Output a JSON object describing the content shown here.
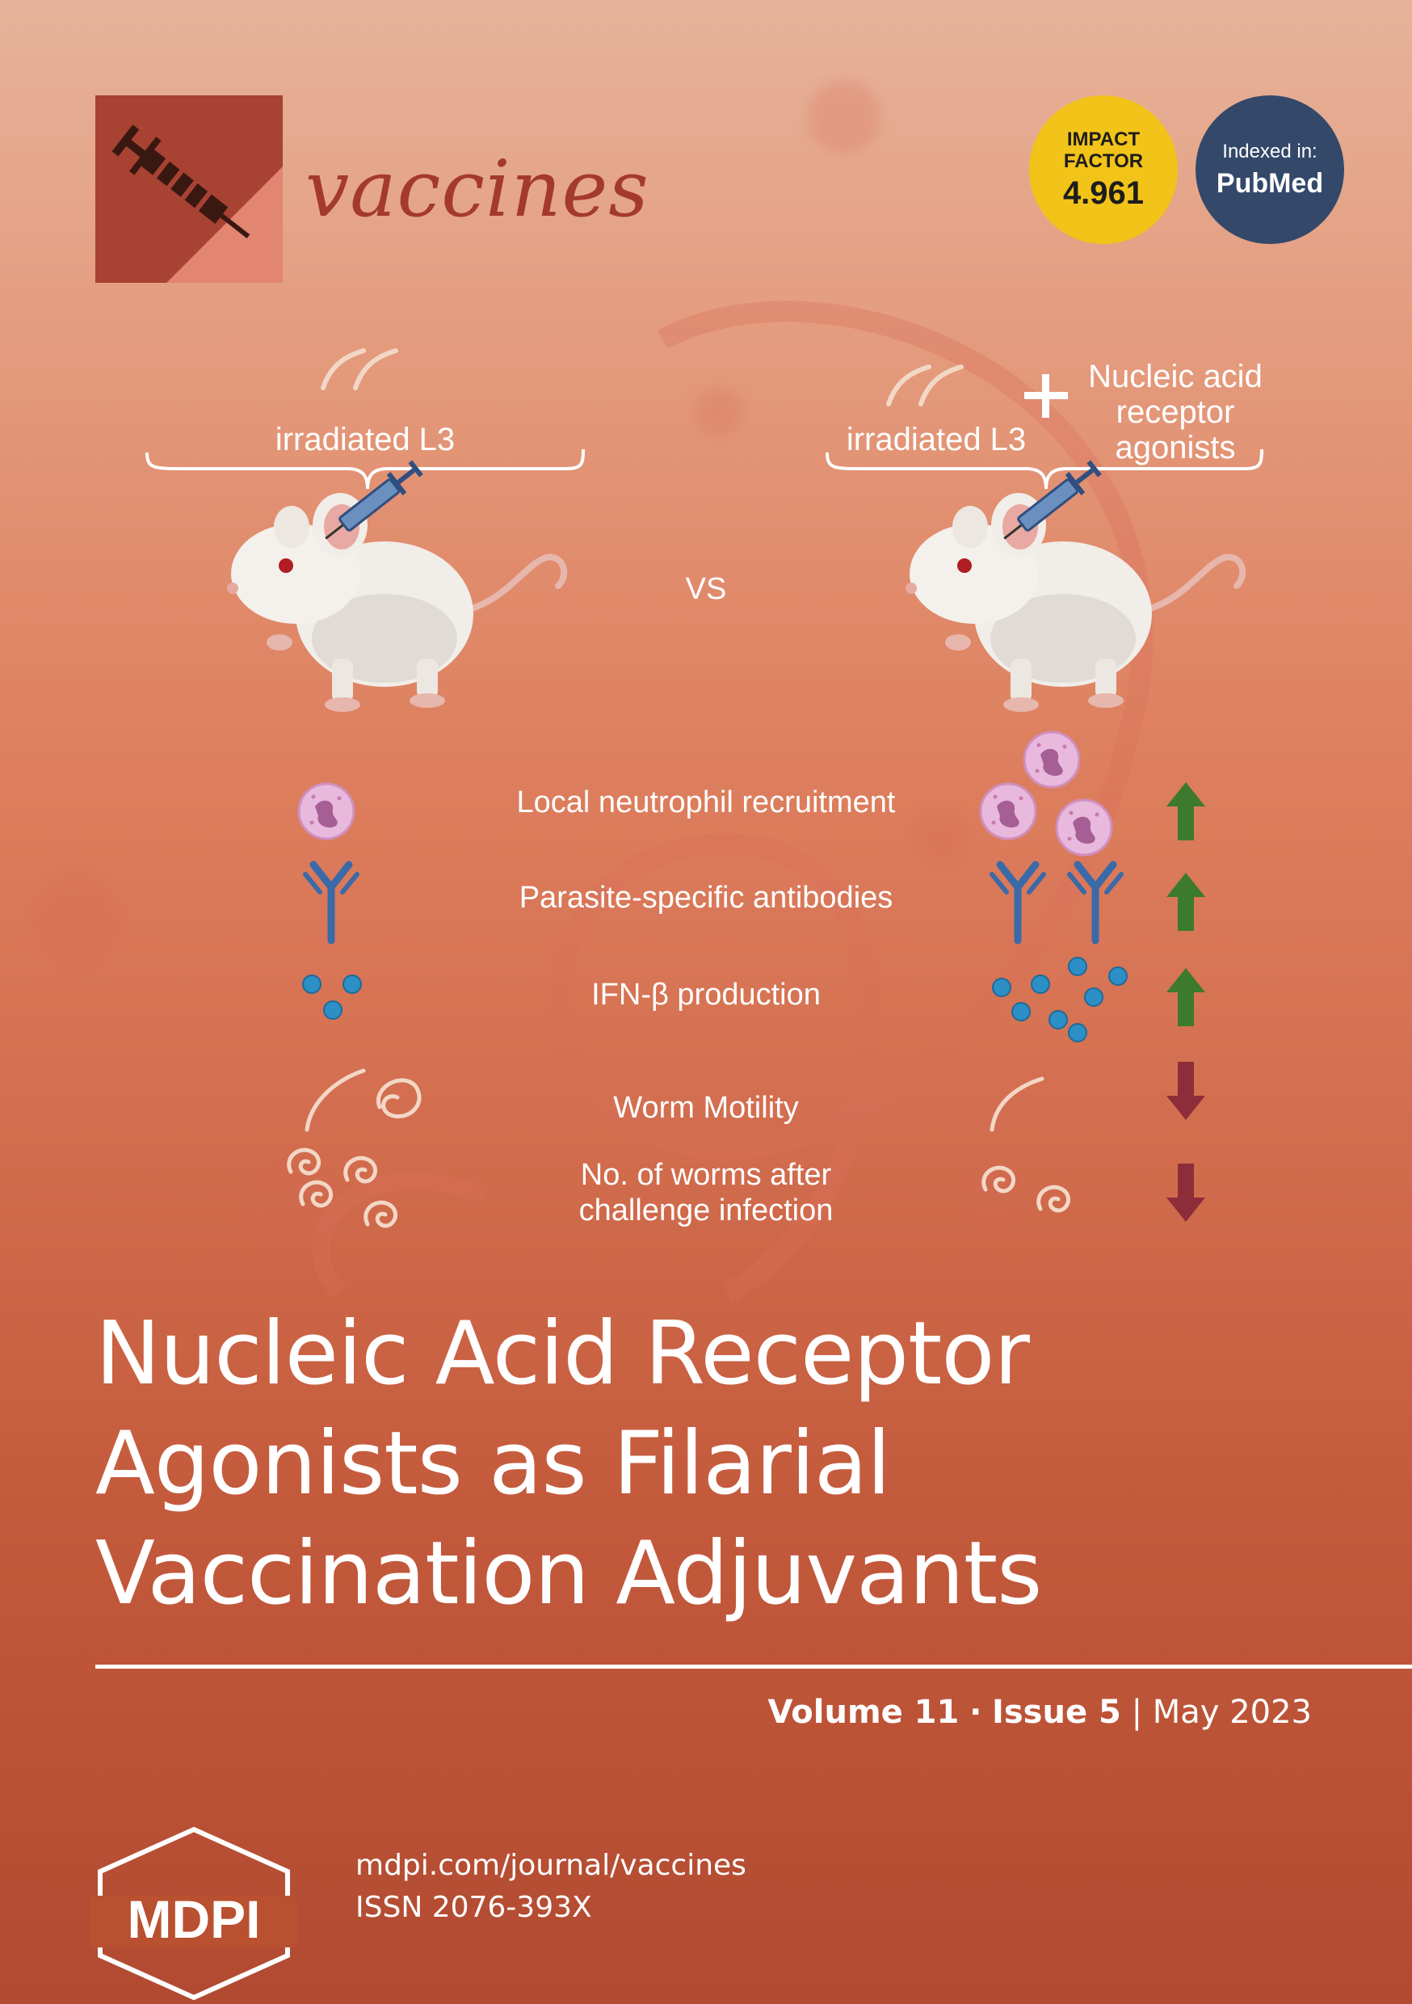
{
  "journal": {
    "name": "vaccines"
  },
  "badges": {
    "impact_label_1": "IMPACT",
    "impact_label_2": "FACTOR",
    "impact_value": "4.961",
    "indexed_label": "Indexed in:",
    "indexed_value": "PubMed"
  },
  "abstract": {
    "left_group": "irradiated L3",
    "right_group": "irradiated L3",
    "plus_label_1": "Nucleic acid",
    "plus_label_2": "receptor",
    "plus_label_3": "agonists",
    "vs": "VS",
    "rows": [
      {
        "label": "Local neutrophil recruitment",
        "trend": "up"
      },
      {
        "label": "Parasite-specific antibodies",
        "trend": "up"
      },
      {
        "label": "IFN-β production",
        "trend": "up"
      },
      {
        "label": "Worm Motility",
        "trend": "down"
      },
      {
        "label_1": "No. of worms after",
        "label_2": "challenge infection",
        "trend": "down"
      }
    ]
  },
  "title": {
    "line1": "Nucleic Acid Receptor",
    "line2": "Agonists as Filarial",
    "line3": "Vaccination Adjuvants"
  },
  "issue": {
    "volume": "Volume 11",
    "sep": "·",
    "issue": "Issue 5",
    "divider": "|",
    "date": "May 2023"
  },
  "footer": {
    "publisher": "MDPI",
    "url": "mdpi.com/journal/vaccines",
    "issn": "ISSN 2076-393X"
  },
  "colors": {
    "trend_up": "#3c7a2e",
    "trend_down": "#8e2d3a",
    "impact_badge": "#f2c318",
    "pubmed_badge": "#34486a"
  }
}
